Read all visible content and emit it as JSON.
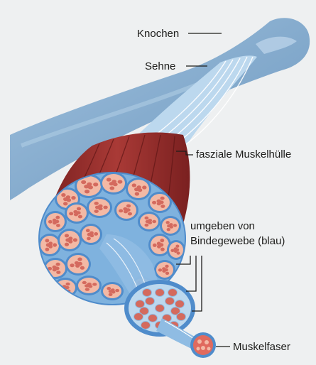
{
  "labels": {
    "bone": "Knochen",
    "tendon": "Sehne",
    "fascia": "fasziale Muskelhülle",
    "connective_line1": "umgeben von",
    "connective_line2": "Bindegewebe (blau)",
    "fiber": "Muskelfaser"
  },
  "colors": {
    "background": "#eef0f1",
    "bone": "#7fa9cc",
    "bone_highlight": "#a9c7e0",
    "tendon": "#bcd8ee",
    "tendon_stripe": "#ffffff",
    "fascia": "#9d2f2f",
    "fascia_stripe": "#6e1c1c",
    "connective_tissue": "#4f8ccb",
    "connective_light": "#8fbce3",
    "bundle_fill": "#f3b9a5",
    "fiber_cell": "#d46a5e",
    "text": "#1d1d1b"
  }
}
